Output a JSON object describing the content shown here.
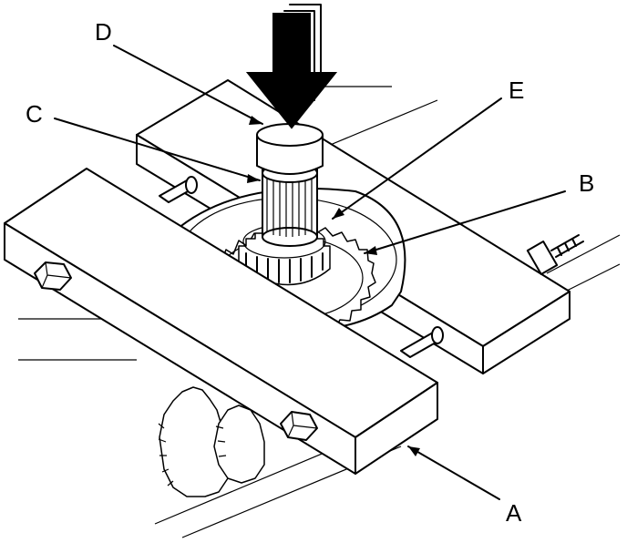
{
  "callouts": {
    "a": "A",
    "b": "B",
    "c": "C",
    "d": "D",
    "e": "E"
  },
  "colors": {
    "line": "#000000",
    "background": "#ffffff",
    "arrow_fill": "#000000"
  }
}
